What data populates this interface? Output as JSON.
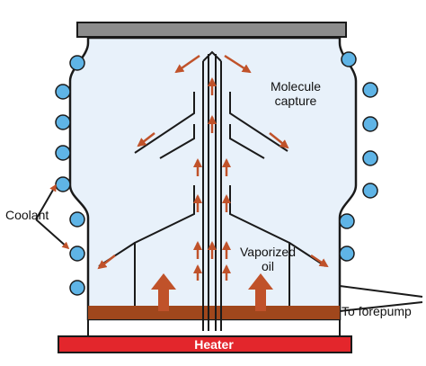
{
  "labels": {
    "molecule_capture_line1": "Molecule",
    "molecule_capture_line2": "capture",
    "vaporized_oil_line1": "Vaporized",
    "vaporized_oil_line2": "oil",
    "coolant": "Coolant",
    "forepump": "To forepump",
    "heater": "Heater"
  },
  "colors": {
    "chamber_fill": "#e8f1fa",
    "outline": "#1a1a1a",
    "lid": "#8c8c8c",
    "coil": "#5fb4e6",
    "oil": "#a0471c",
    "arrow": "#c0522a",
    "heater": "#e3262c"
  }
}
